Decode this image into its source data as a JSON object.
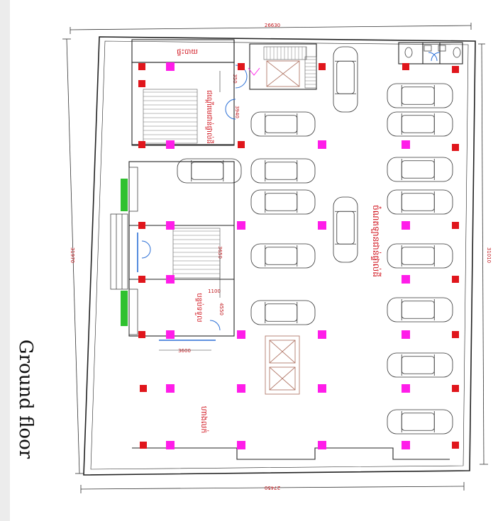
{
  "title": "Ground floor",
  "dimensions": {
    "top": "26630",
    "bottom": "27450",
    "left": "31970",
    "right": "31010",
    "stair_upper": "3940",
    "stair_small": "350",
    "stair_lower": "3650",
    "door_gap": "1100",
    "room_lower": "4550",
    "room_width": "3600"
  },
  "room_labels": {
    "top_room": "ផ្ទះបាយ",
    "stair_room": "ជណ្តើរមេជាន់ផ្ទាល់ដី",
    "parking": "ចំណតឡានជាន់ផ្ទាល់ដី",
    "office_room": "បន្ទប់ទទួល",
    "shop": "ហាងលក់"
  },
  "colors": {
    "column_red": "#e0161c",
    "column_magenta": "#ff1de9",
    "wall": "#222222",
    "dimension": "#c0141a",
    "planter": "#2fc12f",
    "elevator": "#b37a6a"
  }
}
